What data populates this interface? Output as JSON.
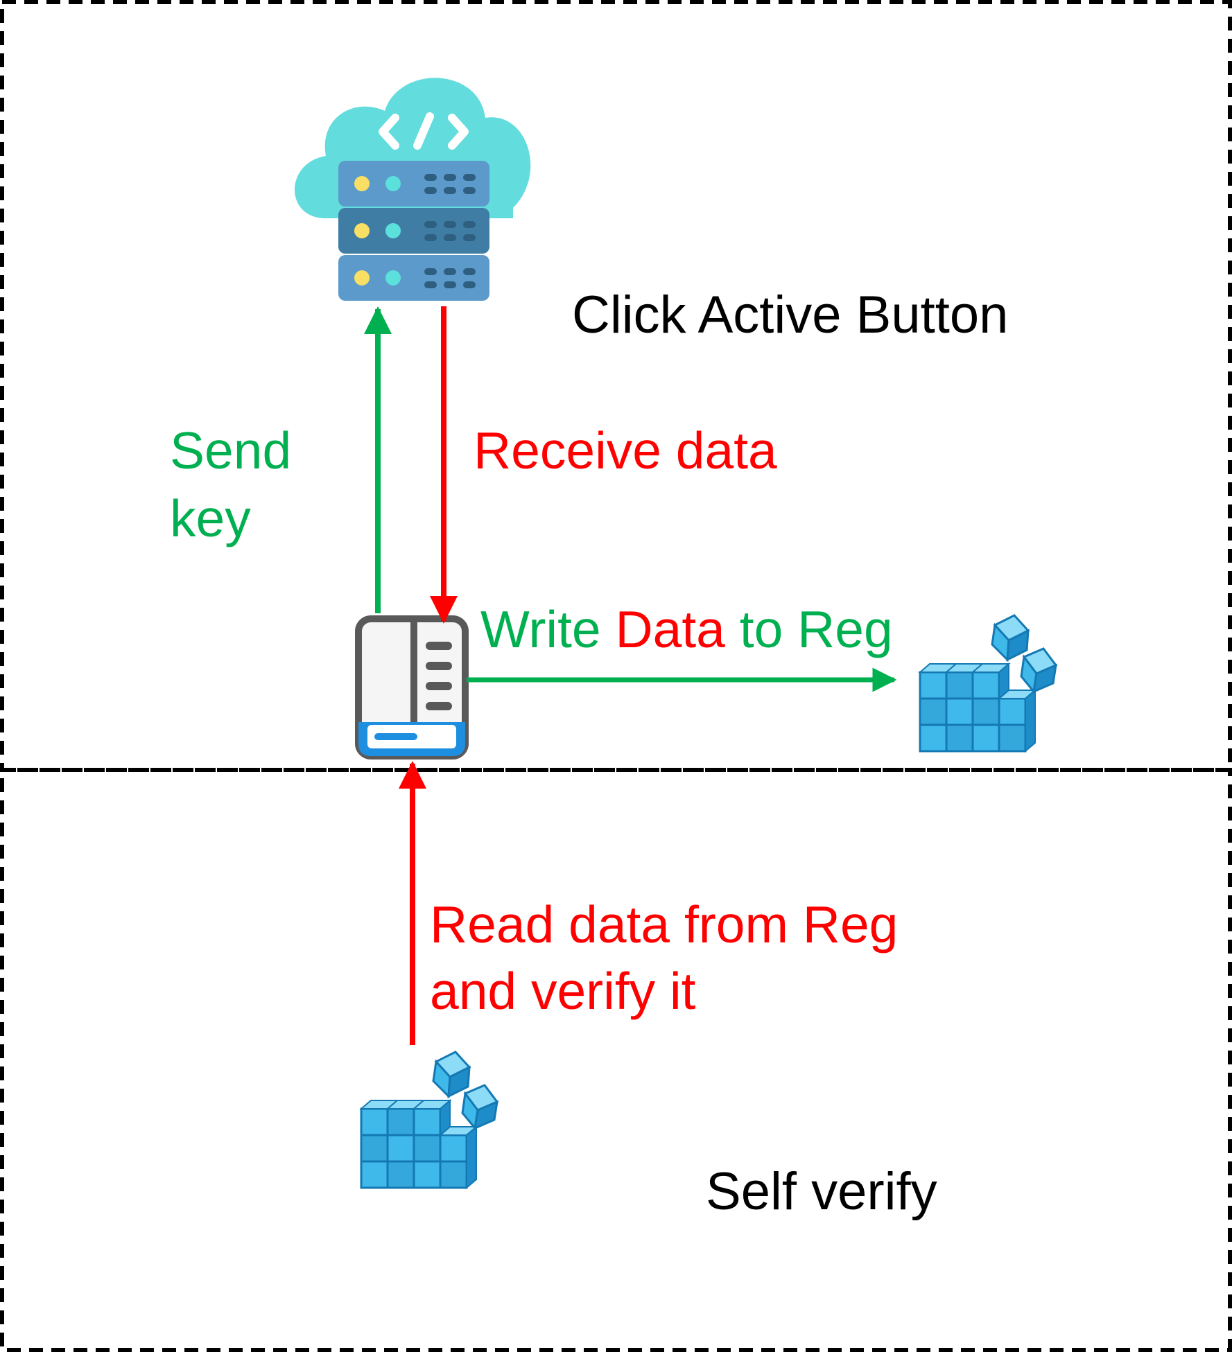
{
  "colors": {
    "green": "#00B050",
    "red": "#FF0000",
    "black": "#000000",
    "border": "#000000",
    "cloud": "#62DCDC",
    "server_unit_light": "#5B9ACB",
    "server_unit_dark": "#3F7DA4",
    "server_led_yellow": "#F9DF63",
    "server_led_cyan": "#5CE0DC",
    "server_grille": "#2F5F80",
    "app_frame": "#595959",
    "app_accent": "#1E8FE0",
    "cube_face": "#3FB8EA",
    "cube_edge": "#1479B3"
  },
  "regions": {
    "top_section": "activation",
    "bottom_section": "self-verify"
  },
  "labels": {
    "click_active": "Click Active Button",
    "send_key_line1": "Send",
    "send_key_line2": "key",
    "receive_data": "Receive data",
    "write_part1": "Write ",
    "write_part2": "Data",
    "write_part3": " to Reg",
    "read_line1": "Read data from Reg",
    "read_line2": "and verify it",
    "self_verify": "Self verify"
  },
  "icons": {
    "server": "cloud-server-icon",
    "app": "application-window-icon",
    "registry_top": "registry-cubes-icon",
    "registry_bottom": "registry-cubes-icon",
    "code": "code-brackets-icon"
  }
}
